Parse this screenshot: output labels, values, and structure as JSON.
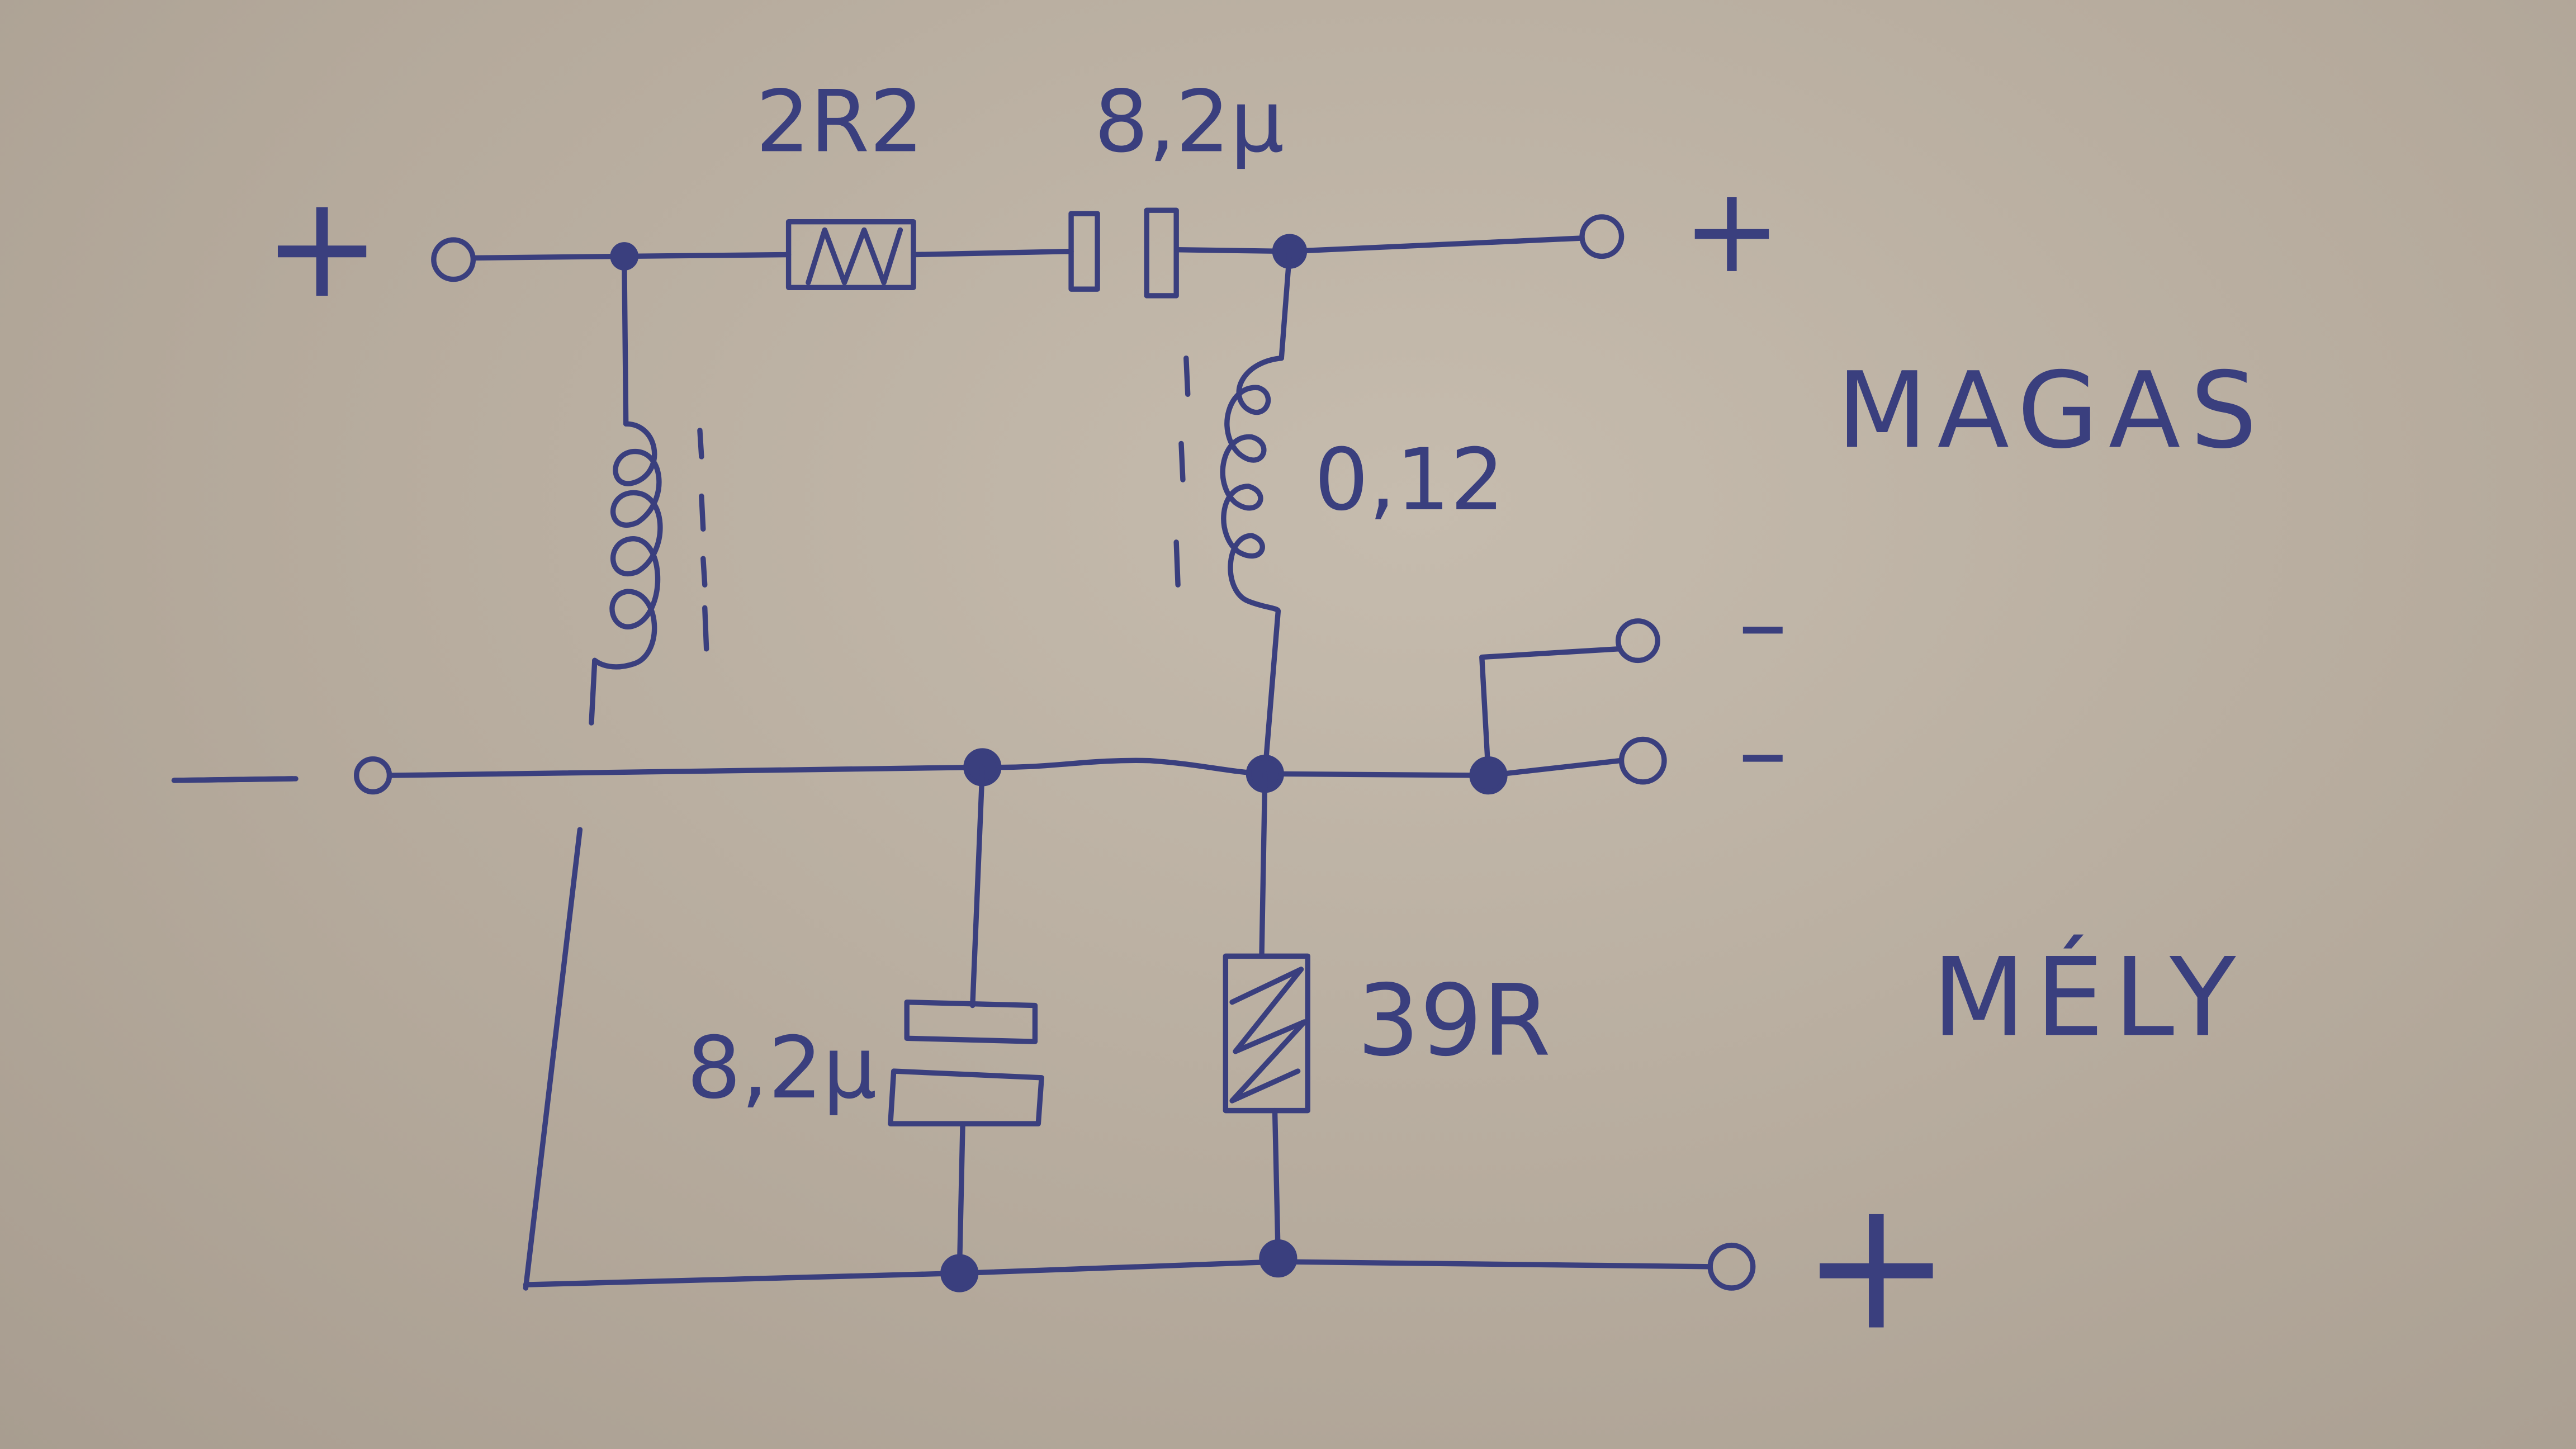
{
  "labels": {
    "r_series": "2R2",
    "c_series": "8,2µ",
    "l_high": "0,12",
    "high_section": "MAGAS",
    "low_section": "MÉLY",
    "c_low": "8,2µ",
    "r_low": "39R",
    "in_plus": "+",
    "in_minus": "–",
    "out_high_plus": "+",
    "out_high_minus": "–",
    "out_low_minus": "–",
    "out_low_plus": "+"
  },
  "colors": {
    "ink": "#3a3f7e",
    "paper": "#b8ae9f"
  }
}
